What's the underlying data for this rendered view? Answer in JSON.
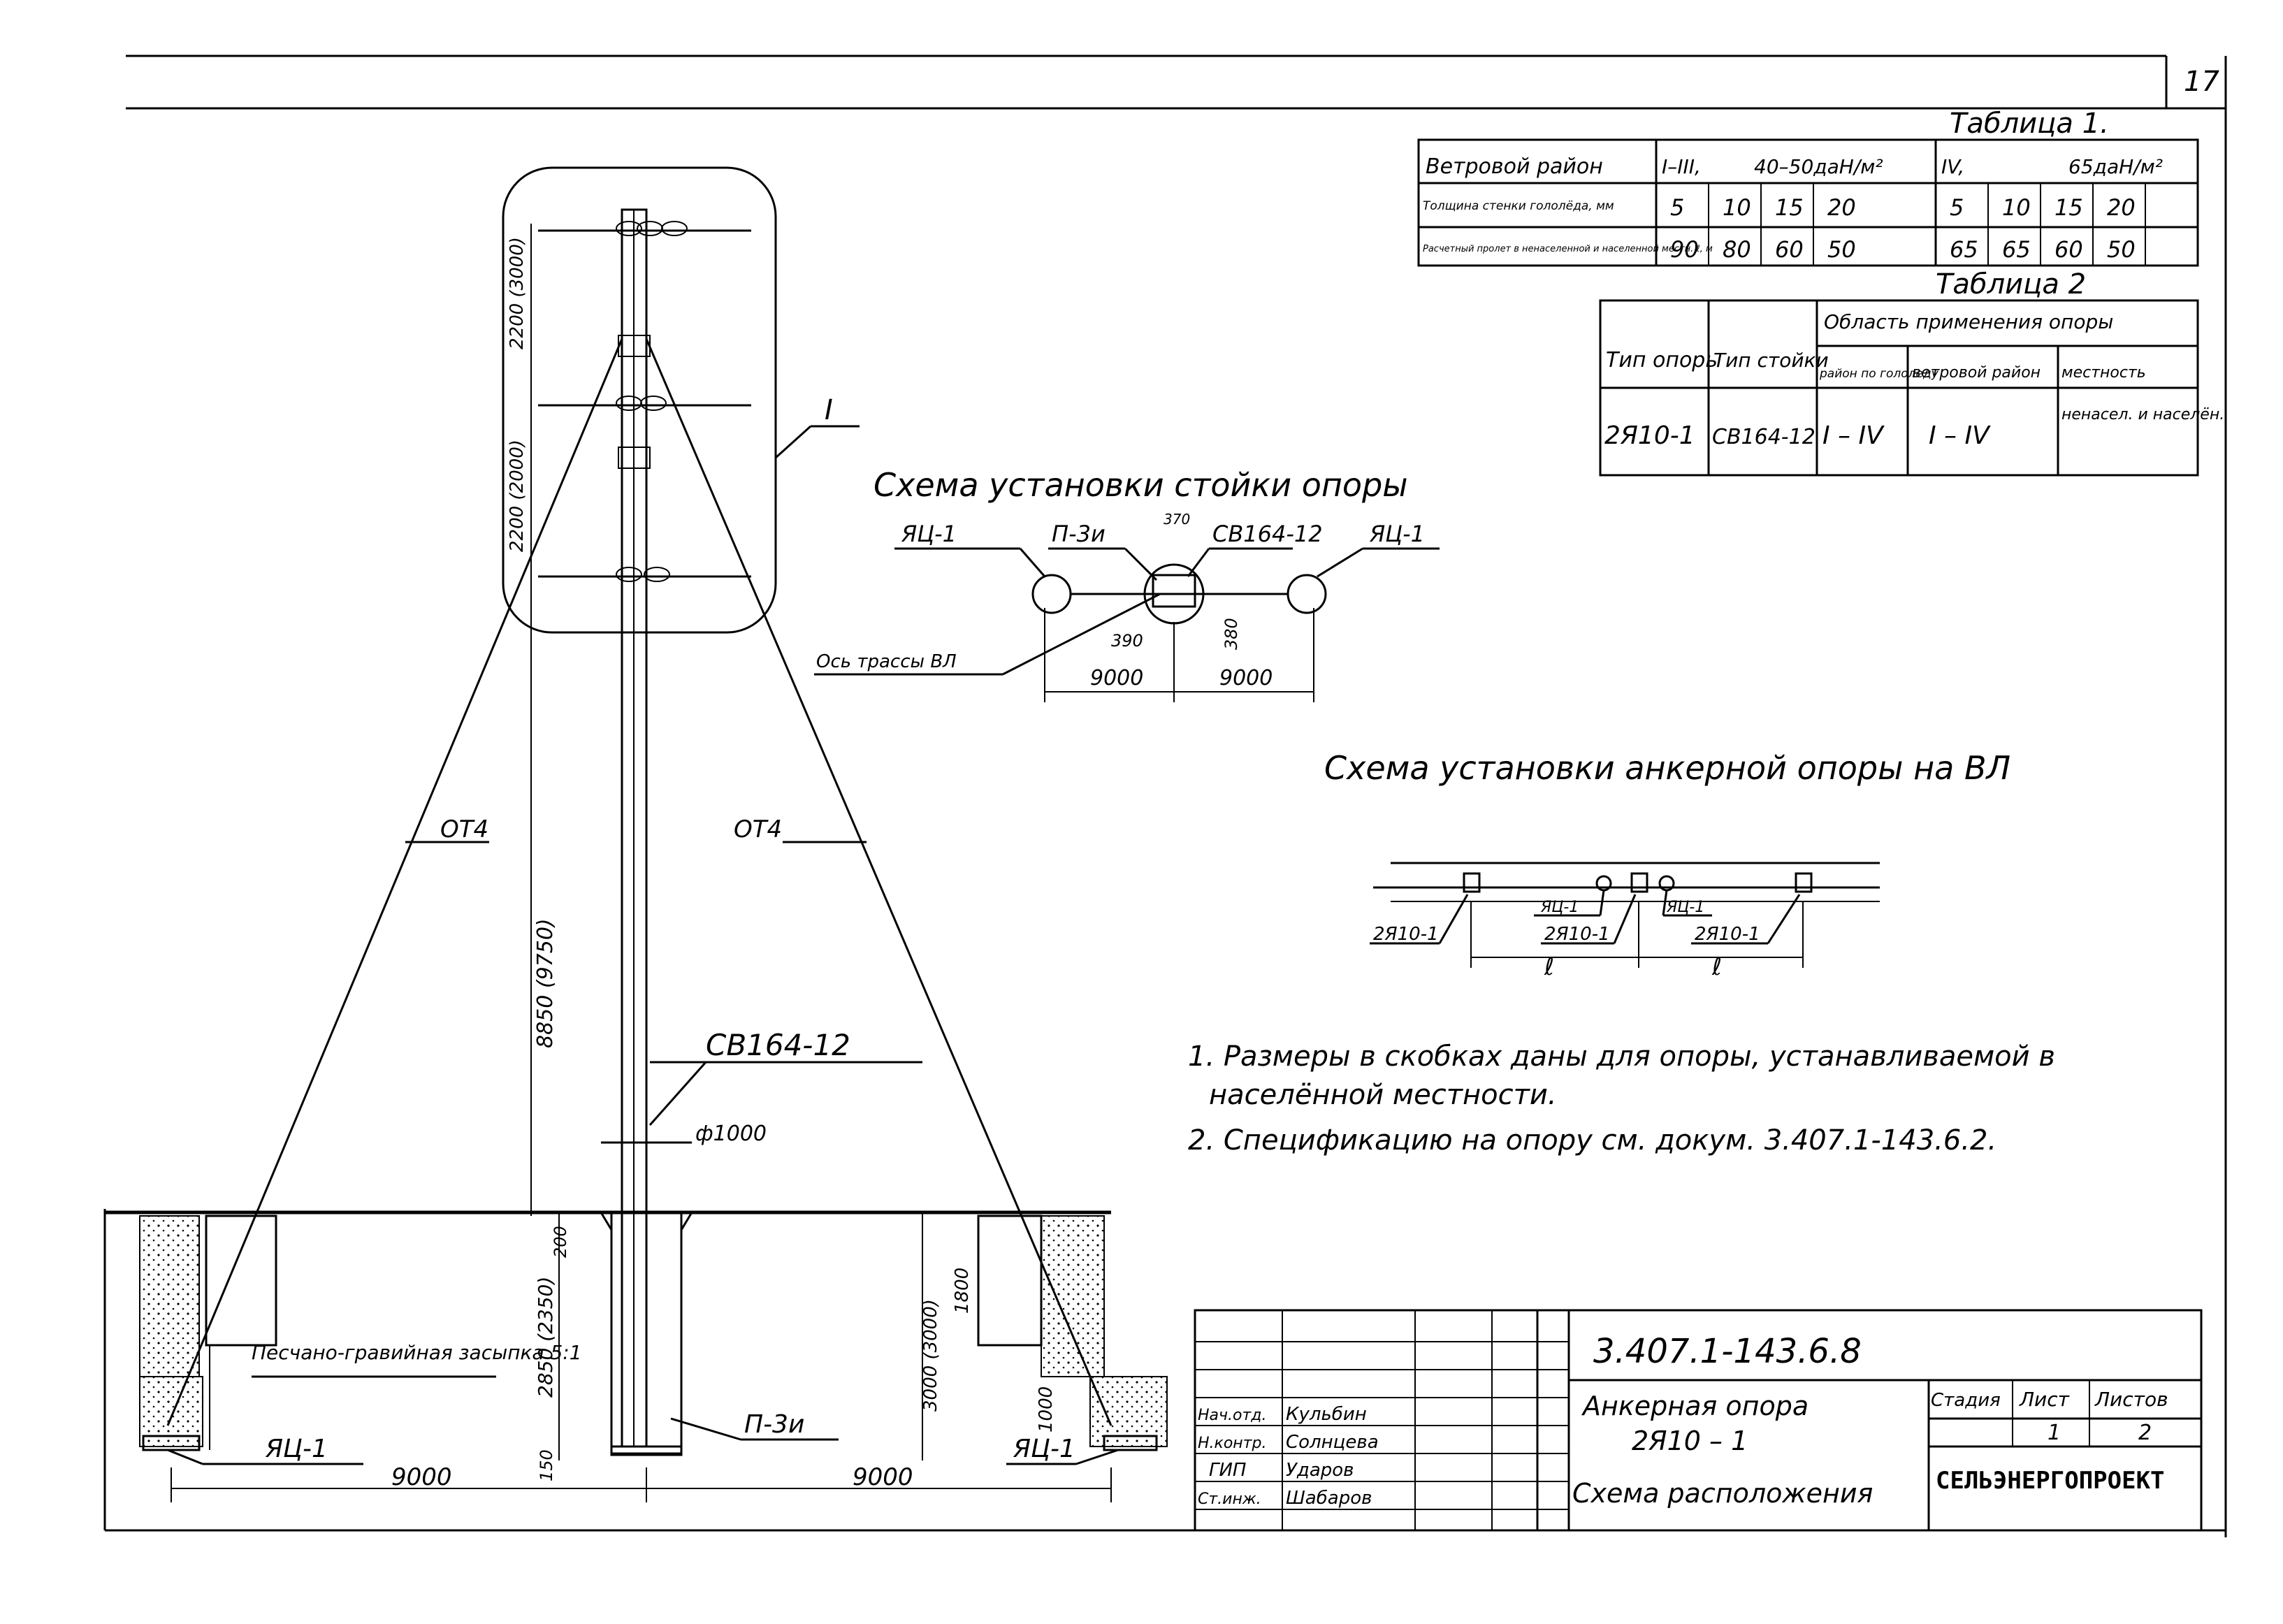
{
  "page_number": "17",
  "table1": {
    "caption": "Таблица 1.",
    "header": {
      "label": "Ветровой район",
      "r1": "I–III,",
      "r1_val": "40–50даН/м²",
      "r2": "IV,",
      "r2_val": "65даН/м²"
    },
    "row_ice": {
      "label": "Толщина стенки гололёда, мм",
      "values": [
        "5",
        "10",
        "15",
        "20",
        "5",
        "10",
        "15",
        "20"
      ]
    },
    "row_span": {
      "label": "Расчетный пролет в ненаселенной и населенной местн. ℓ, м",
      "values": [
        "90",
        "80",
        "60",
        "50",
        "65",
        "65",
        "60",
        "50"
      ]
    }
  },
  "table2": {
    "caption": "Таблица 2",
    "h_type": "Тип опоры",
    "h_stand": "Тип стойки",
    "h_area": "Область применения опоры",
    "h_ice": "район по гололеду",
    "h_wind": "ветровой район",
    "h_loc": "местность",
    "row": {
      "type": "2Я10-1",
      "stand": "СВ164-12",
      "ice": "I – IV",
      "wind": "I – IV",
      "loc": "ненасел. и населён."
    }
  },
  "main_view": {
    "callout_I": "I",
    "dim_top": "2200 (3000)",
    "dim_mid": "2200 (2000)",
    "guy_left": "ОТ4",
    "guy_right": "ОТ4",
    "dim_height": "8850 (9750)",
    "pole_label": "СВ164-12",
    "dia_label": "ф1000",
    "dim_200": "200",
    "dim_depth": "2850 (2350)",
    "dim_150": "150",
    "dim_3000": "3000 (3000)",
    "dim_1800": "1800",
    "dim_1000": "1000",
    "fill_label": "Песчано-гравийная засыпка 5:1",
    "anchor_left": "ЯЦ-1",
    "anchor_right": "ЯЦ-1",
    "base_label": "П-3и",
    "dist_left": "9000",
    "dist_right": "9000"
  },
  "plan_scheme": {
    "title": "Схема установки стойки опоры",
    "lbl_a1": "ЯЦ-1",
    "lbl_p3": "П-3и",
    "lbl_370": "370",
    "lbl_pole": "СВ164-12",
    "lbl_a2": "ЯЦ-1",
    "axis": "Ось трассы ВЛ",
    "d390": "390",
    "d380": "380",
    "d1": "9000",
    "d2": "9000"
  },
  "line_scheme": {
    "title": "Схема установки анкерной опоры на ВЛ",
    "lbl_left": "2Я10-1",
    "lbl_mid": "2Я10-1",
    "lbl_right": "2Я10-1",
    "lbl_a1": "ЯЦ-1",
    "lbl_a2": "ЯЦ-1",
    "span1": "ℓ",
    "span2": "ℓ"
  },
  "notes": [
    "1. Размеры в скобках даны для опоры, устанавливаемой в",
    "населённой местности.",
    "2. Спецификацию на опору см. докум. 3.407.1-143.6.2."
  ],
  "title_block": {
    "doc_code": "3.407.1-143.6.8",
    "name1": "Анкерная опора",
    "name2": "2Я10 – 1",
    "name3": "Схема расположения",
    "stage_h": "Стадия",
    "sheet_h": "Лист",
    "sheets_h": "Листов",
    "sheet": "1",
    "sheets": "2",
    "org": "СЕЛЬЭНЕРГОПРОЕКТ",
    "roles": [
      {
        "role": "Нач.отд.",
        "name": "Кульбин"
      },
      {
        "role": "Н.контр.",
        "name": "Солнцева"
      },
      {
        "role": "ГИП",
        "name": "Ударов"
      },
      {
        "role": "Ст.инж.",
        "name": "Шабаров"
      }
    ]
  }
}
